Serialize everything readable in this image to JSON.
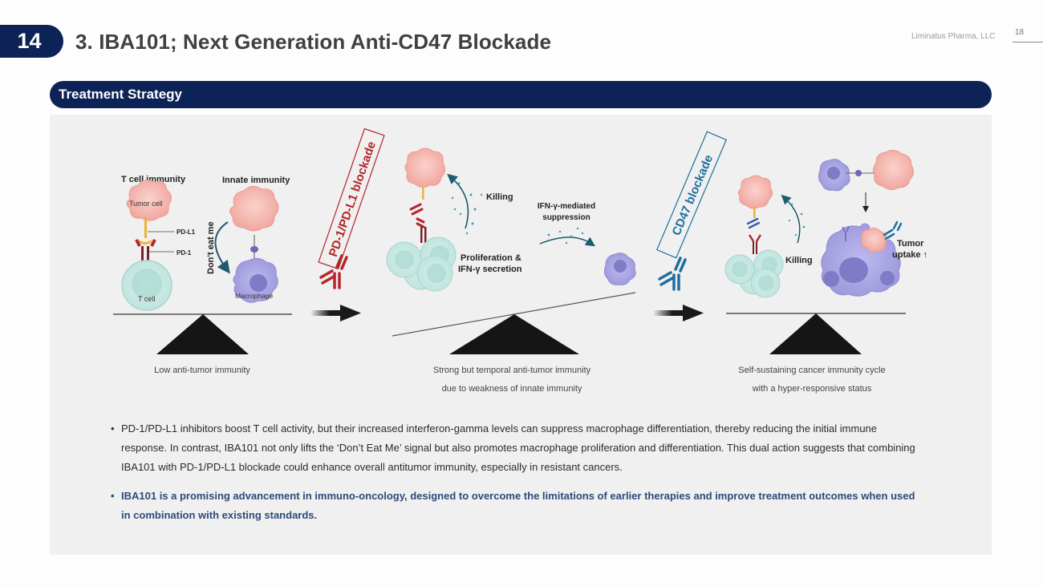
{
  "header": {
    "slide_number": "14",
    "title": "3. IBA101; Next Generation Anti-CD47 Blockade",
    "company": "Liminatus Pharma, LLC",
    "page_number": "18"
  },
  "section": {
    "title": "Treatment Strategy"
  },
  "diagram": {
    "panel1": {
      "heading_left": "T cell immunity",
      "heading_right": "Innate immunity",
      "tumor_cell": "Tumor cell",
      "pdl1": "PD-L1",
      "pd1": "PD-1",
      "t_cell": "T cell",
      "dont_eat_me": "Don't eat me",
      "macrophage": "Macrophage",
      "caption": "Low anti-tumor immunity"
    },
    "blockade1": {
      "label": "PD-1/PD-L1 blockade",
      "color": "#b3262c"
    },
    "panel2": {
      "killing": "Killing",
      "proliferation_line1": "Proliferation &",
      "proliferation_line2": "IFN-γ secretion",
      "suppression_line1": "IFN-γ-mediated",
      "suppression_line2": "suppression",
      "caption_line1": "Strong but temporal anti-tumor immunity",
      "caption_line2": "due to weakness of innate immunity"
    },
    "blockade2": {
      "label": "CD47 blockade",
      "color": "#1e6f9e"
    },
    "panel3": {
      "killing": "Killing",
      "tumor_uptake_line1": "Tumor",
      "tumor_uptake_line2": "uptake ↑",
      "caption_line1": "Self-sustaining cancer immunity cycle",
      "caption_line2": "with a hyper-responsive status"
    }
  },
  "bullets": [
    {
      "marker": "•",
      "text": "PD-1/PD-L1 inhibitors boost T cell activity, but their increased interferon-gamma levels can suppress macrophage differentiation, thereby reducing the initial immune response. In contrast, IBA101 not only lifts the ‘Don’t Eat Me’ signal but also promotes macrophage proliferation and differentiation. This dual action suggests that combining IBA101 with PD-1/PD-L1 blockade could enhance overall antitumor immunity, especially in resistant cancers."
    },
    {
      "marker": "•",
      "text": "IBA101 is a promising advancement in immuno-oncology, designed to overcome the limitations of earlier therapies and improve treatment outcomes when used in combination with existing standards."
    }
  ],
  "colors": {
    "navy": "#0d2357",
    "emphasis_text": "#2d4a7a",
    "tumor": "#f5b4ad",
    "tcell": "#c7e6e1",
    "macrophage": "#a9a6e0"
  }
}
